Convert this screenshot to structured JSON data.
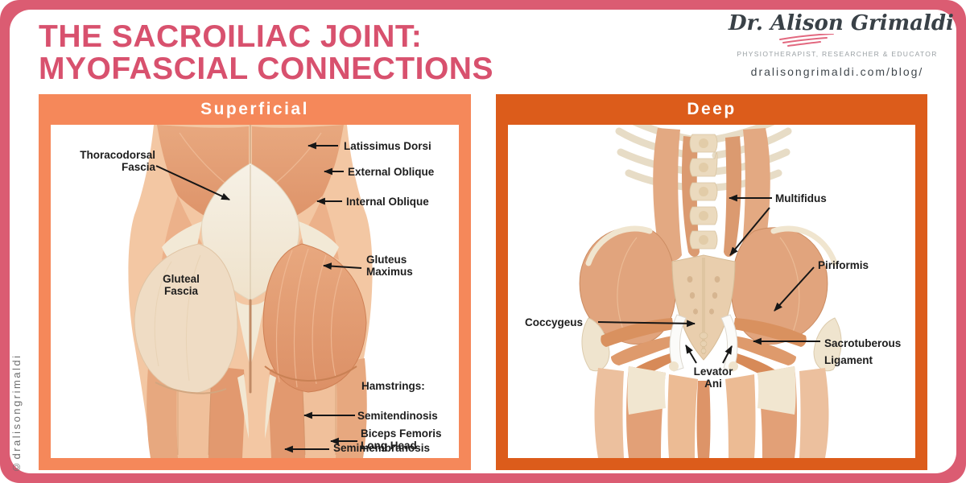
{
  "header": {
    "title_line1": "THE SACROILIAC JOINT:",
    "title_line2": "MYOFASCIAL CONNECTIONS",
    "brand": {
      "name": "Dr. Alison Grimaldi",
      "tagline": "PHYSIOTHERAPIST, RESEARCHER & EDUCATOR",
      "website": "dralisongrimaldi.com/blog/"
    }
  },
  "watermark": "©dralisongrimaldi",
  "panels": {
    "superficial": {
      "title": "Superficial",
      "labels": {
        "thoracodorsal": "Thoracodorsal\nFascia",
        "latissimus": "Latissimus Dorsi",
        "external_oblique": "External Oblique",
        "internal_oblique": "Internal Oblique",
        "gluteus_maximus": "Gluteus\nMaximus",
        "gluteal_fascia": "Gluteal\nFascia",
        "hamstrings_heading": "Hamstrings:",
        "semitendinosis": "Semitendinosis",
        "biceps_femoris": "Biceps Femoris\nLong Head",
        "semimembranosis": "Semimembranosis"
      }
    },
    "deep": {
      "title": "Deep",
      "labels": {
        "multifidus": "Multifidus",
        "piriformis": "Piriformis",
        "coccygeus": "Coccygeus",
        "sacrotuberous_ligament": "Sacrotuberous\nLigament",
        "levator_ani": "Levator\nAni"
      }
    }
  },
  "colors": {
    "frame_pink": "#DB5C72",
    "title_pink": "#D8516E",
    "superficial_orange": "#F5885A",
    "deep_orange": "#DC5C1B",
    "label_text": "#1D1D1D",
    "swoosh_pink": "#E2687F"
  }
}
